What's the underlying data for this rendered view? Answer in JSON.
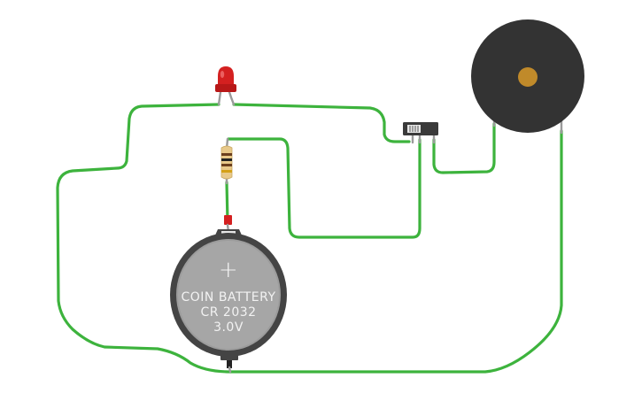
{
  "battery": {
    "label_line1": "COIN BATTERY",
    "label_line2": "CR 2032",
    "label_line3": "3.0V",
    "plus_sign": "+"
  },
  "colors": {
    "wire": "#3db33d",
    "led_body": "#d42020",
    "buzzer_body": "#333333",
    "buzzer_center": "#c08a2a",
    "battery_body": "#444444",
    "resistor_body": "#e8c98a"
  },
  "components": [
    "led",
    "resistor",
    "slide-switch",
    "piezo-buzzer",
    "coin-battery"
  ]
}
